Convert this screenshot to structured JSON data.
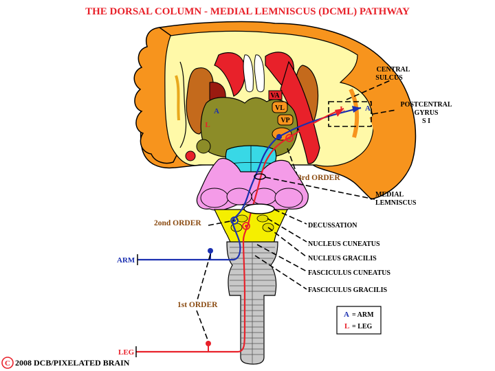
{
  "title": "THE DORSAL COLUMN - MEDIAL LEMNISCUS (DCML) PATHWAY",
  "labels": {
    "central_sulcus_1": "CENTRAL",
    "central_sulcus_2": "SULCUS",
    "postcentral_1": "POSTCENTRAL",
    "postcentral_2": "GYRUS",
    "postcentral_3": "S I",
    "third_order": "3rd ORDER",
    "medial_lemniscus_1": "MEDIAL",
    "medial_lemniscus_2": "LEMNISCUS",
    "second_order": "2ond ORDER",
    "decussation": "DECUSSATION",
    "nucleus_cuneatus": "NUCLEUS CUNEATUS",
    "nucleus_gracilis": "NUCLEUS GRACILIS",
    "fasciculus_cuneatus": "FASCICULUS CUNEATUS",
    "fasciculus_gracilis": "FASCICULUS GRACILIS",
    "first_order": "1st  ORDER",
    "arm": "ARM",
    "leg": "LEG"
  },
  "thalamus_nuclei": {
    "va": "VA",
    "vl": "VL",
    "vp": "VP"
  },
  "markers": {
    "a": "A",
    "l": "L"
  },
  "legend": {
    "arm_key": "A",
    "arm_text": "= ARM",
    "leg_key": "L",
    "leg_text": "= LEG"
  },
  "copyright": {
    "symbol": "C",
    "text": "2008  DCB/PIXELATED BRAIN"
  },
  "colors": {
    "title": "#e8212a",
    "cortex": "#f7941d",
    "white_matter": "#fff9a8",
    "thalamus": "#8c8c28",
    "striatum_red": "#e8212a",
    "putamen_brown": "#c46a1c",
    "midbrain_cyan": "#38d8e6",
    "pons_pink": "#f49be8",
    "medulla_yellow": "#f5ef00",
    "cord_gray": "#c8c8c8",
    "arm_pathway": "#1a2fb0",
    "leg_pathway": "#e8212a"
  }
}
